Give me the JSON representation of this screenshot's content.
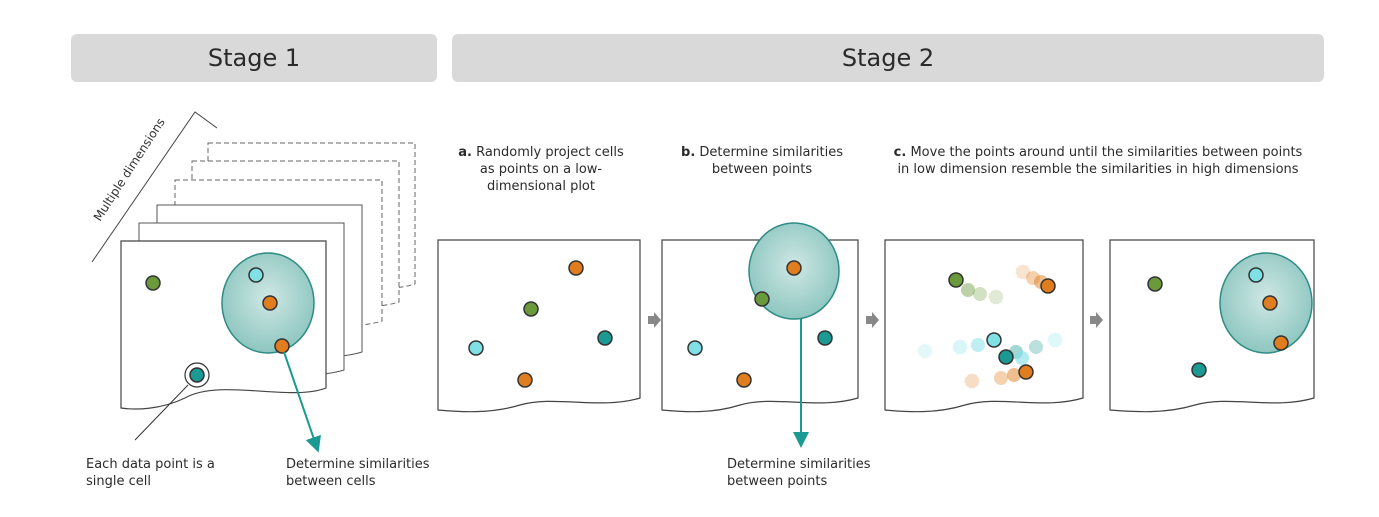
{
  "stage1": {
    "title": "Stage 1"
  },
  "stage2": {
    "title": "Stage 2"
  },
  "axis_label": "Multiple dimensions",
  "stage1_labels": {
    "data_point": "Each data point is a single cell",
    "similarities": "Determine similarities between cells"
  },
  "steps": [
    {
      "letter": "a.",
      "text": "Randomly project cells as points on a low-dimensional plot"
    },
    {
      "letter": "b.",
      "text": "Determine similarities between points"
    },
    {
      "letter": "c.",
      "text": "Move the points around until the similarities between points in low dimension resemble the similarities in high dimensions"
    }
  ],
  "panel_b_label": "Determine similarities between points",
  "colors": {
    "green": "#6a9a3c",
    "orange": "#e07d1e",
    "teal": "#1a9a92",
    "cyan": "#7fe0e6",
    "highlight_fill": "#9fcfca",
    "highlight_stroke": "#2e8c84",
    "header_bg": "#d9d9d9"
  }
}
